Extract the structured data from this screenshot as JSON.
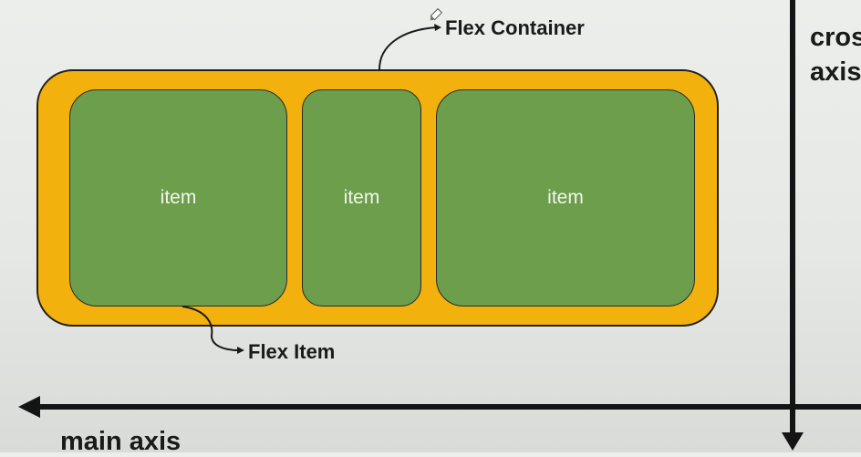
{
  "container_label": "Flex Container",
  "item_label": "Flex Item",
  "main_axis_label": "main axis",
  "cross_axis_label_line1": "cros",
  "cross_axis_label_line2": "axis",
  "items": [
    "item",
    "item",
    "item"
  ],
  "colors": {
    "container": "#f2b10c",
    "item": "#6d9e4c",
    "outline": "#1f1f1f",
    "background": "#e6e8e5"
  },
  "icons": [
    "pencil-icon"
  ]
}
